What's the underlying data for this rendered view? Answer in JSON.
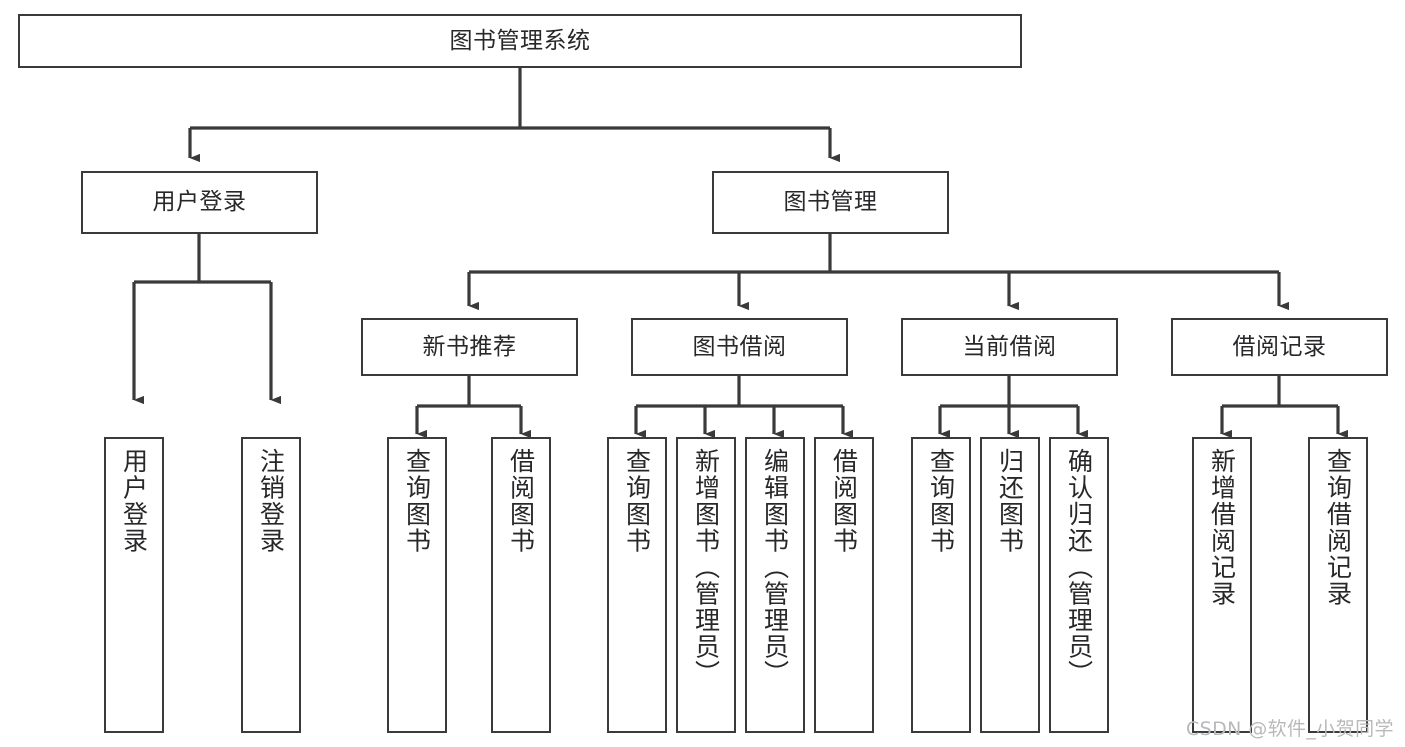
{
  "diagram": {
    "type": "tree",
    "title": "图书管理系统",
    "orientation": "top-down",
    "colors": {
      "box_stroke": "#3a3a3c",
      "box_fill": "#ffffff",
      "connector": "#3a3a3c",
      "text": "#28282a",
      "watermark": "#b9b9bb",
      "background": "#ffffff"
    }
  },
  "watermark": {
    "text": "CSDN @软件_小贺同学"
  },
  "nodes": {
    "root": {
      "label": "图书管理系统"
    },
    "level2": [
      {
        "id": "user-login",
        "label": "用户登录"
      },
      {
        "id": "book-manage",
        "label": "图书管理"
      }
    ],
    "level3": [
      {
        "id": "new-book-recommend",
        "label": "新书推荐"
      },
      {
        "id": "book-borrow",
        "label": "图书借阅"
      },
      {
        "id": "current-borrow",
        "label": "当前借阅"
      },
      {
        "id": "borrow-record",
        "label": "借阅记录"
      }
    ],
    "leaves": [
      {
        "id": "leaf-user-login",
        "label": "用户登录",
        "parent": "user-login"
      },
      {
        "id": "leaf-logout-login",
        "label": "注销登录",
        "parent": "user-login"
      },
      {
        "id": "leaf-query-book-1",
        "label": "查询图书",
        "parent": "new-book-recommend"
      },
      {
        "id": "leaf-borrow-book-1",
        "label": "借阅图书",
        "parent": "new-book-recommend"
      },
      {
        "id": "leaf-query-book-2",
        "label": "查询图书",
        "parent": "book-borrow"
      },
      {
        "id": "leaf-add-book",
        "label": "新增图书（管理员）",
        "parent": "book-borrow"
      },
      {
        "id": "leaf-edit-book",
        "label": "编辑图书（管理员）",
        "parent": "book-borrow"
      },
      {
        "id": "leaf-borrow-book-2",
        "label": "借阅图书",
        "parent": "book-borrow"
      },
      {
        "id": "leaf-query-book-3",
        "label": "查询图书",
        "parent": "current-borrow"
      },
      {
        "id": "leaf-return-book",
        "label": "归还图书",
        "parent": "current-borrow"
      },
      {
        "id": "leaf-confirm-return",
        "label": "确认归还（管理员）",
        "parent": "current-borrow"
      },
      {
        "id": "leaf-add-record",
        "label": "新增借阅记录",
        "parent": "borrow-record"
      },
      {
        "id": "leaf-query-record",
        "label": "查询借阅记录",
        "parent": "borrow-record"
      }
    ]
  }
}
